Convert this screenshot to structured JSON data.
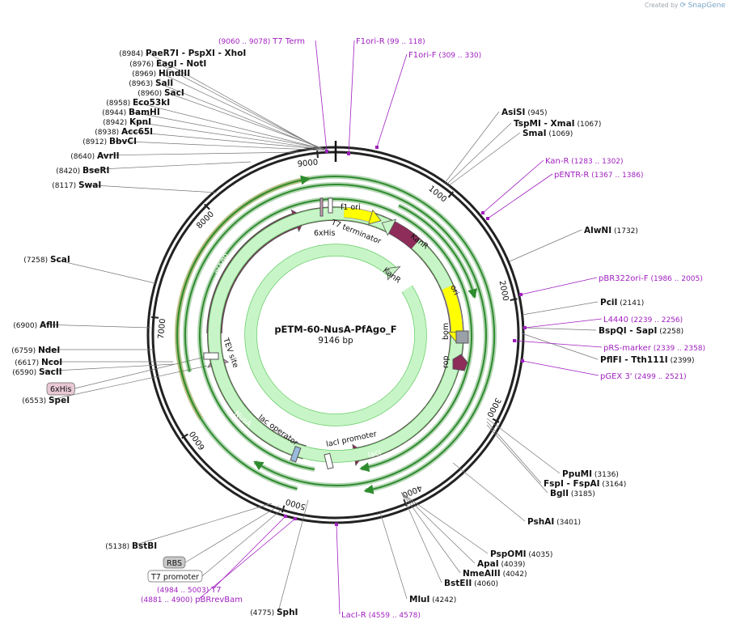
{
  "header": {
    "created_by": "Created by",
    "brand": "SnapGene"
  },
  "plasmid": {
    "name": "pETM-60-NusA-PfAgo_F",
    "size": "9146 bp"
  },
  "ruler": [
    "1000",
    "2000",
    "3000",
    "4000",
    "5000",
    "6000",
    "7000",
    "8000",
    "9000"
  ],
  "sites": [
    {
      "pos": "(8984)",
      "name": "PaeR7I",
      "extra": "- PspXI",
      "extra2": "- XhoI"
    },
    {
      "pos": "(8976)",
      "name": "EagI",
      "extra": "- NotI"
    },
    {
      "pos": "(8969)",
      "name": "HindIII"
    },
    {
      "pos": "(8963)",
      "name": "SalI"
    },
    {
      "pos": "(8960)",
      "name": "SacI"
    },
    {
      "pos": "(8958)",
      "name": "Eco53kI"
    },
    {
      "pos": "(8944)",
      "name": "BamHI"
    },
    {
      "pos": "(8942)",
      "name": "KpnI"
    },
    {
      "pos": "(8938)",
      "name": "Acc65I"
    },
    {
      "pos": "(8912)",
      "name": "BbvCI"
    },
    {
      "pos": "(8640)",
      "name": "AvrII"
    },
    {
      "pos": "(8420)",
      "name": "BseRI"
    },
    {
      "pos": "(8117)",
      "name": "SwaI"
    },
    {
      "pos": "(7258)",
      "name": "ScaI"
    },
    {
      "pos": "(6900)",
      "name": "AflII"
    },
    {
      "pos": "(6759)",
      "name": "NdeI"
    },
    {
      "pos": "(6617)",
      "name": "NcoI"
    },
    {
      "pos": "(6590)",
      "name": "SacII"
    },
    {
      "pos": "(6553)",
      "name": "SpeI"
    },
    {
      "pos": "(5138)",
      "name": "BstBI"
    },
    {
      "pos": "(4775)",
      "name": "SphI"
    },
    {
      "pos": "(4242)",
      "name": "MluI"
    },
    {
      "pos": "(4060)",
      "name": "BstEII"
    },
    {
      "pos": "(4042)",
      "name": "NmeAIII"
    },
    {
      "pos": "(4039)",
      "name": "ApaI"
    },
    {
      "pos": "(4035)",
      "name": "PspOMI"
    },
    {
      "pos": "(3401)",
      "name": "PshAI"
    },
    {
      "pos": "(3185)",
      "name": "BglI"
    },
    {
      "pos": "(3164)",
      "name": "FspI",
      "extra": "- FspAI"
    },
    {
      "pos": "(3136)",
      "name": "PpuMI"
    },
    {
      "pos": "(2399)",
      "name": "PflFI",
      "extra": "- Tth111I"
    },
    {
      "pos": "(2258)",
      "name": "BspQI",
      "extra": "- SapI"
    },
    {
      "pos": "(2141)",
      "name": "PciI"
    },
    {
      "pos": "(1732)",
      "name": "AlwNI"
    },
    {
      "pos": "(1069)",
      "name": "SmaI"
    },
    {
      "pos": "(1067)",
      "name": "TspMI",
      "extra": "- XmaI"
    },
    {
      "pos": "(945)",
      "name": "AsiSI"
    }
  ],
  "primers": [
    {
      "name": "T7 Term",
      "range": "(9060 .. 9078)"
    },
    {
      "name": "F1ori-R",
      "range": "(99 .. 118)"
    },
    {
      "name": "F1ori-F",
      "range": "(309 .. 330)"
    },
    {
      "name": "Kan-R",
      "range": "(1283 .. 1302)"
    },
    {
      "name": "pENTR-R",
      "range": "(1367 .. 1386)"
    },
    {
      "name": "pBR322ori-F",
      "range": "(1986 .. 2005)"
    },
    {
      "name": "L4440",
      "range": "(2239 .. 2256)"
    },
    {
      "name": "pRS-marker",
      "range": "(2339 .. 2358)"
    },
    {
      "name": "pGEX 3'",
      "range": "(2499 .. 2521)"
    },
    {
      "name": "LacI-R",
      "range": "(4559 .. 4578)"
    },
    {
      "name": "T7",
      "range": "(4984 .. 5003)"
    },
    {
      "name": "pBRrevBam",
      "range": "(4881 .. 4900)"
    }
  ],
  "feature_tags": [
    {
      "name": "6xHis",
      "color": "#e8c8d4"
    },
    {
      "name": "RBS",
      "color": "#c8c8c8"
    },
    {
      "name": "T7 promoter",
      "color": "#ffffff"
    }
  ],
  "features": {
    "f1_ori": "f1 ori",
    "t7_terminator": "T7 terminator",
    "his6": "6xHis",
    "kanr_a": "KanR",
    "kanr_b": "KanR",
    "ori": "ori",
    "bom": "bom",
    "rop": "rop",
    "laci": "lacI",
    "laci_promoter": "lacI promoter",
    "lac_operator": "lac operator",
    "nusa": "NusA",
    "tev": "TEV site",
    "pfago": "PfAgo"
  },
  "colors": {
    "pfago": "#8e2c5a",
    "nusa": "#c9a0b6",
    "laci": "#8e2c5a",
    "kanr": "#c8f5c8",
    "ori": "#ffff00",
    "f1ori": "#ffff00",
    "orf_orange": "#f0a030",
    "orf_green": "#2e8b2e",
    "primer": "#a01fbf"
  }
}
